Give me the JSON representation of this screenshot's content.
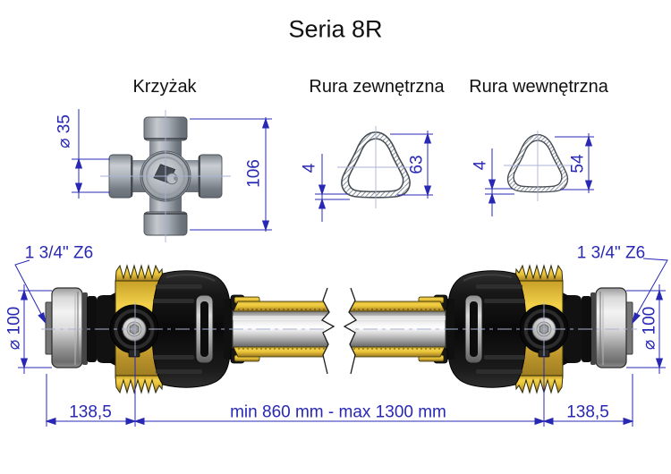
{
  "title": "Seria 8R",
  "sections": {
    "krzyzak": {
      "label": "Krzyżak",
      "dia": "⌀ 35",
      "height": "106"
    },
    "rura_zewnetrzna": {
      "label": "Rura zewnętrzna",
      "wall": "4",
      "size": "63"
    },
    "rura_wewnetrzna": {
      "label": "Rura wewnętrzna",
      "wall": "4",
      "size": "54"
    }
  },
  "shaft": {
    "spline_left": "1 3/4\" Z6",
    "spline_right": "1 3/4\" Z6",
    "dia_left": "⌀ 100",
    "dia_right": "⌀ 100",
    "len_left": "138,5",
    "len_right": "138,5",
    "len_mid": "min 860 mm - max 1300 mm"
  },
  "colors": {
    "dimension": "#2828b4",
    "centerline": "#a8b2d6",
    "guard_yellow": "#e9c437"
  }
}
